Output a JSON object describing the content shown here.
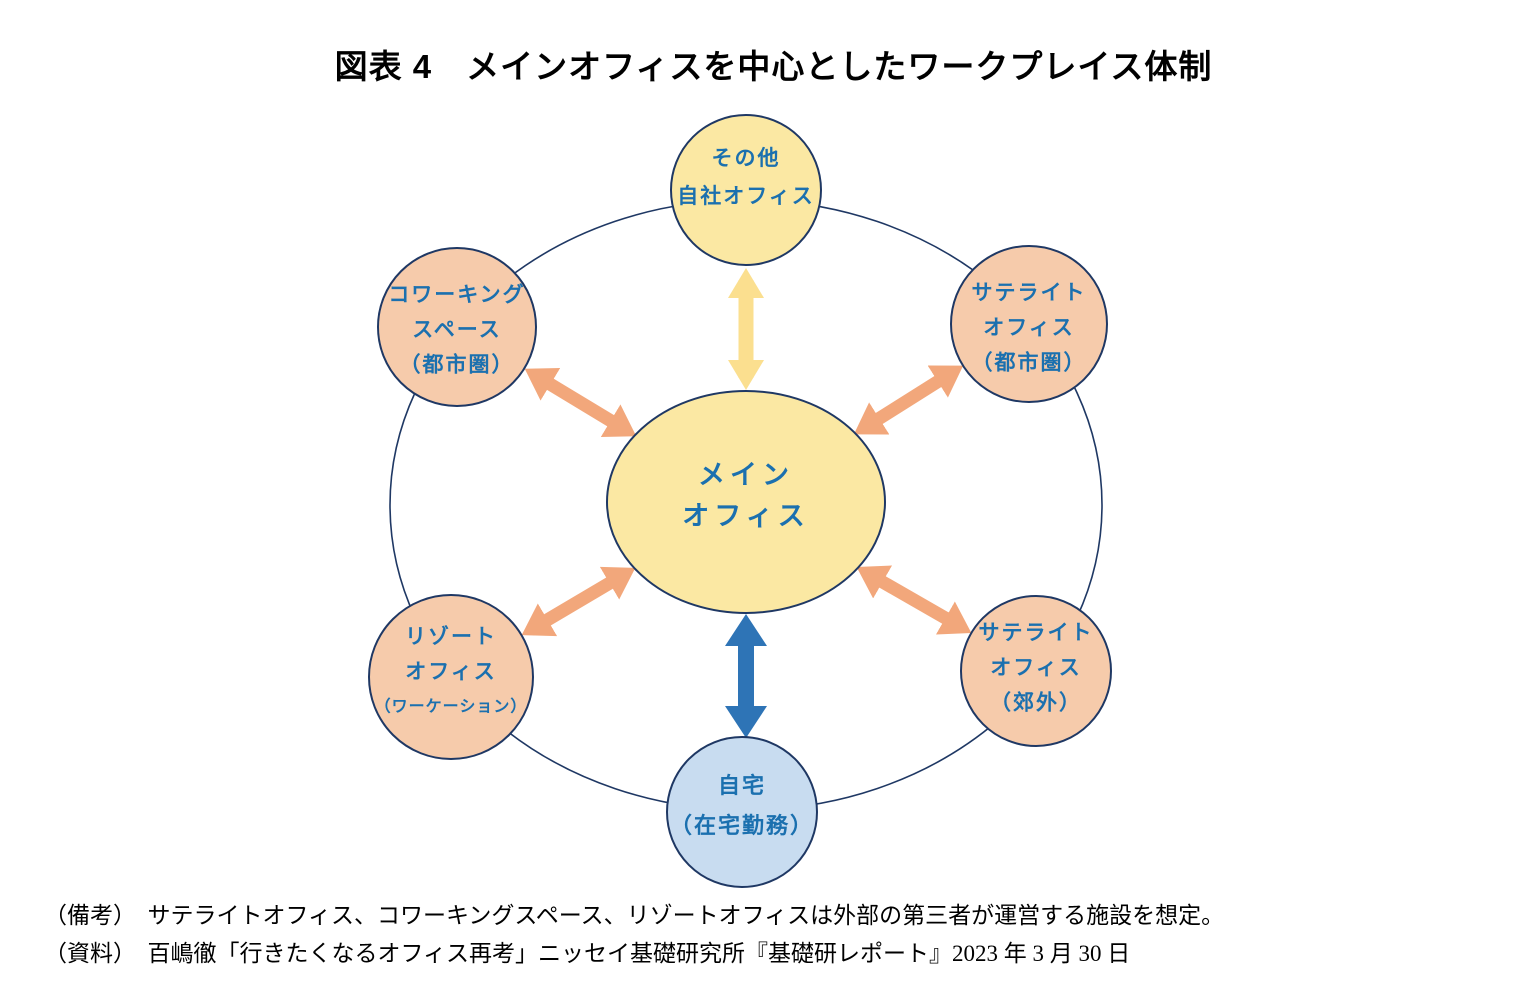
{
  "figure": {
    "title": "図表 4　メインオフィスを中心としたワークプレイス体制"
  },
  "nodes": {
    "main_office": {
      "lines": [
        "メイン",
        "オフィス"
      ]
    },
    "other_own_office": {
      "lines": [
        "その他",
        "自社オフィス"
      ]
    },
    "coworking_space": {
      "lines": [
        "コワーキング",
        "スペース",
        "（都市圏）"
      ]
    },
    "satellite_office_urban": {
      "lines": [
        "サテライト",
        "オフィス",
        "（都市圏）"
      ]
    },
    "resort_office": {
      "lines": [
        "リゾート",
        "オフィス",
        "（ワーケーション）"
      ]
    },
    "satellite_office_suburban": {
      "lines": [
        "サテライト",
        "オフィス",
        "（郊外）"
      ]
    },
    "home": {
      "lines": [
        "自宅",
        "（在宅勤務）"
      ]
    }
  },
  "notes": {
    "remark": "（備考）　サテライトオフィス、コワーキングスペース、リゾートオフィスは外部の第三者が運営する施設を想定。",
    "source": "（資料）　百嶋徹「行きたくなるオフィス再考」ニッセイ基礎研究所『基礎研レポート』2023 年 3 月 30 日"
  },
  "colors": {
    "node_yellow_fill": "#FBE8A3",
    "node_peach_fill": "#F6CBAB",
    "node_blue_fill": "#C8DCF0",
    "node_border": "#1F3864",
    "ring_stroke": "#1F3864",
    "label_blue": "#1B70AF",
    "arrow_orange": "#F2A77B",
    "arrow_yellow": "#FBDF8F",
    "arrow_blue": "#2E74B6",
    "title_color": "#000000",
    "note_color": "#000000"
  }
}
